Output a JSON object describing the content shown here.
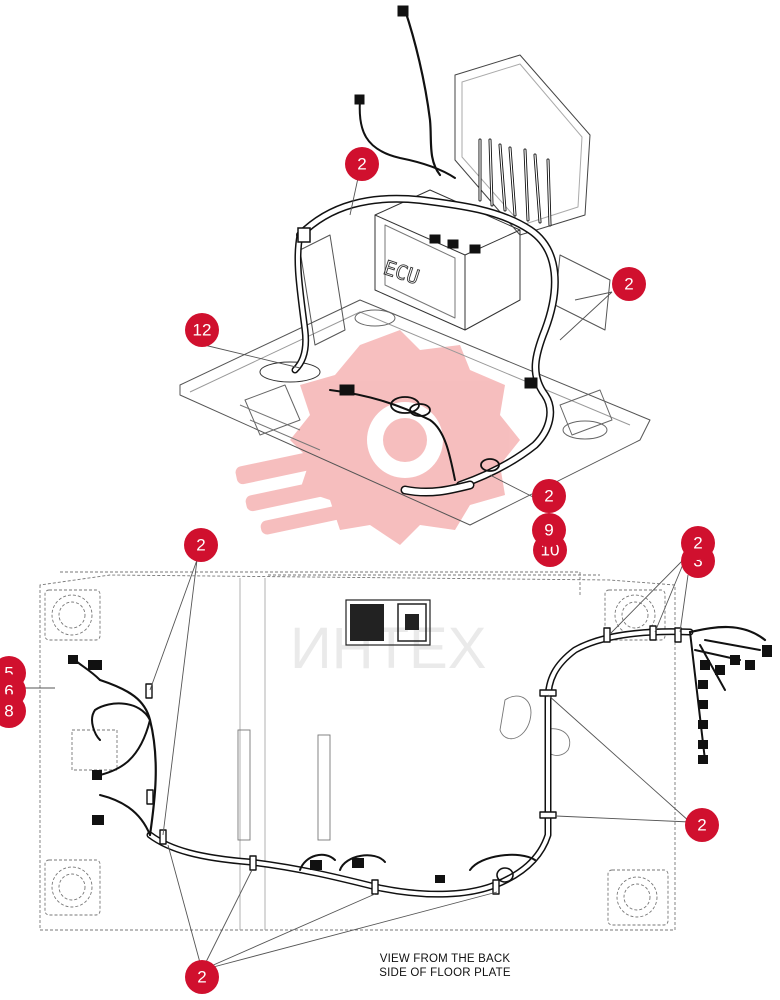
{
  "figure": {
    "caption_line1": "VIEW FROM THE BACK",
    "caption_line2": "SIDE OF FLOOR PLATE",
    "ecu_label": "ECU",
    "watermark_text": "ИНТЕХ"
  },
  "callouts": [
    {
      "label": "2"
    },
    {
      "label": "2"
    },
    {
      "label": "12"
    },
    {
      "label": "2"
    },
    {
      "label": "9"
    },
    {
      "label": "10"
    },
    {
      "label": "2"
    },
    {
      "label": "2"
    },
    {
      "label": "3"
    },
    {
      "label": "5"
    },
    {
      "label": "6"
    },
    {
      "label": "8"
    },
    {
      "label": "2"
    },
    {
      "label": "2"
    }
  ],
  "colors": {
    "callout": "#d0102e",
    "line": "#111111",
    "watermark": "#f08a8a",
    "watermark_text": "#d9d9d9"
  }
}
